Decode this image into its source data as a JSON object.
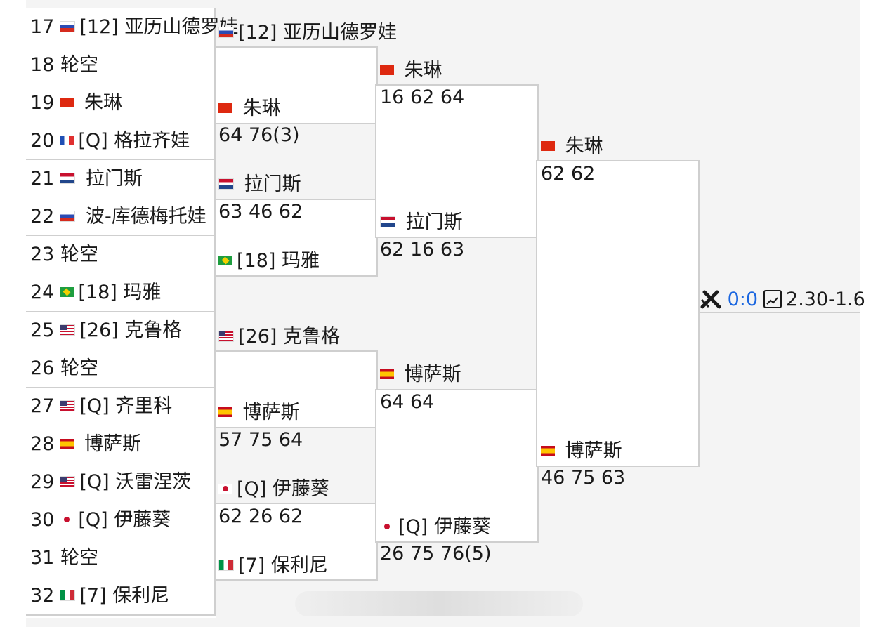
{
  "draw": {
    "round1": [
      {
        "num": "17",
        "flag": "ru",
        "name": "[12] 亚历山德罗娃"
      },
      {
        "num": "18",
        "flag": "",
        "name": "轮空"
      },
      {
        "num": "19",
        "flag": "cn",
        "name": "朱琳"
      },
      {
        "num": "20",
        "flag": "fr",
        "name": "[Q] 格拉齐娃"
      },
      {
        "num": "21",
        "flag": "nl",
        "name": "拉门斯"
      },
      {
        "num": "22",
        "flag": "ru",
        "name": "波-库德梅托娃"
      },
      {
        "num": "23",
        "flag": "",
        "name": "轮空"
      },
      {
        "num": "24",
        "flag": "br",
        "name": "[18] 玛雅"
      },
      {
        "num": "25",
        "flag": "us",
        "name": "[26] 克鲁格"
      },
      {
        "num": "26",
        "flag": "",
        "name": "轮空"
      },
      {
        "num": "27",
        "flag": "us",
        "name": "[Q] 齐里科"
      },
      {
        "num": "28",
        "flag": "es",
        "name": "博萨斯"
      },
      {
        "num": "29",
        "flag": "us",
        "name": "[Q] 沃雷涅茨"
      },
      {
        "num": "30",
        "flag": "jp",
        "name": "[Q] 伊藤葵"
      },
      {
        "num": "31",
        "flag": "",
        "name": "轮空"
      },
      {
        "num": "32",
        "flag": "it",
        "name": "[7] 保利尼"
      }
    ],
    "round2": [
      {
        "flag": "ru",
        "name": "[12] 亚历山德罗娃",
        "score": ""
      },
      {
        "flag": "cn",
        "name": "朱琳",
        "score": "64 76(3)"
      },
      {
        "flag": "nl",
        "name": "拉门斯",
        "score": "63 46 62"
      },
      {
        "flag": "br",
        "name": "[18] 玛雅",
        "score": ""
      },
      {
        "flag": "us",
        "name": "[26] 克鲁格",
        "score": ""
      },
      {
        "flag": "es",
        "name": "博萨斯",
        "score": "57 75 64"
      },
      {
        "flag": "jp",
        "name": "[Q] 伊藤葵",
        "score": "62 26 62"
      },
      {
        "flag": "it",
        "name": "[7] 保利尼",
        "score": ""
      }
    ],
    "round3": [
      {
        "flag": "cn",
        "name": "朱琳",
        "score": "16 62 64"
      },
      {
        "flag": "nl",
        "name": "拉门斯",
        "score": "62 16 63"
      },
      {
        "flag": "es",
        "name": "博萨斯",
        "score": "64 64"
      },
      {
        "flag": "jp",
        "name": "[Q] 伊藤葵",
        "score": "26 75 76(5)"
      }
    ],
    "round4": [
      {
        "flag": "cn",
        "name": "朱琳",
        "score": "62 62"
      },
      {
        "flag": "es",
        "name": "博萨斯",
        "score": "46 75 63"
      }
    ],
    "final": {
      "icon": "crossed-rackets-icon",
      "live_score": "0:0",
      "odds_icon": "chart-icon",
      "odds": "2.30-1.6"
    }
  },
  "colors": {
    "accent": "#1a66e0",
    "line": "#cfcfcf",
    "background": "#f4f4f4"
  }
}
